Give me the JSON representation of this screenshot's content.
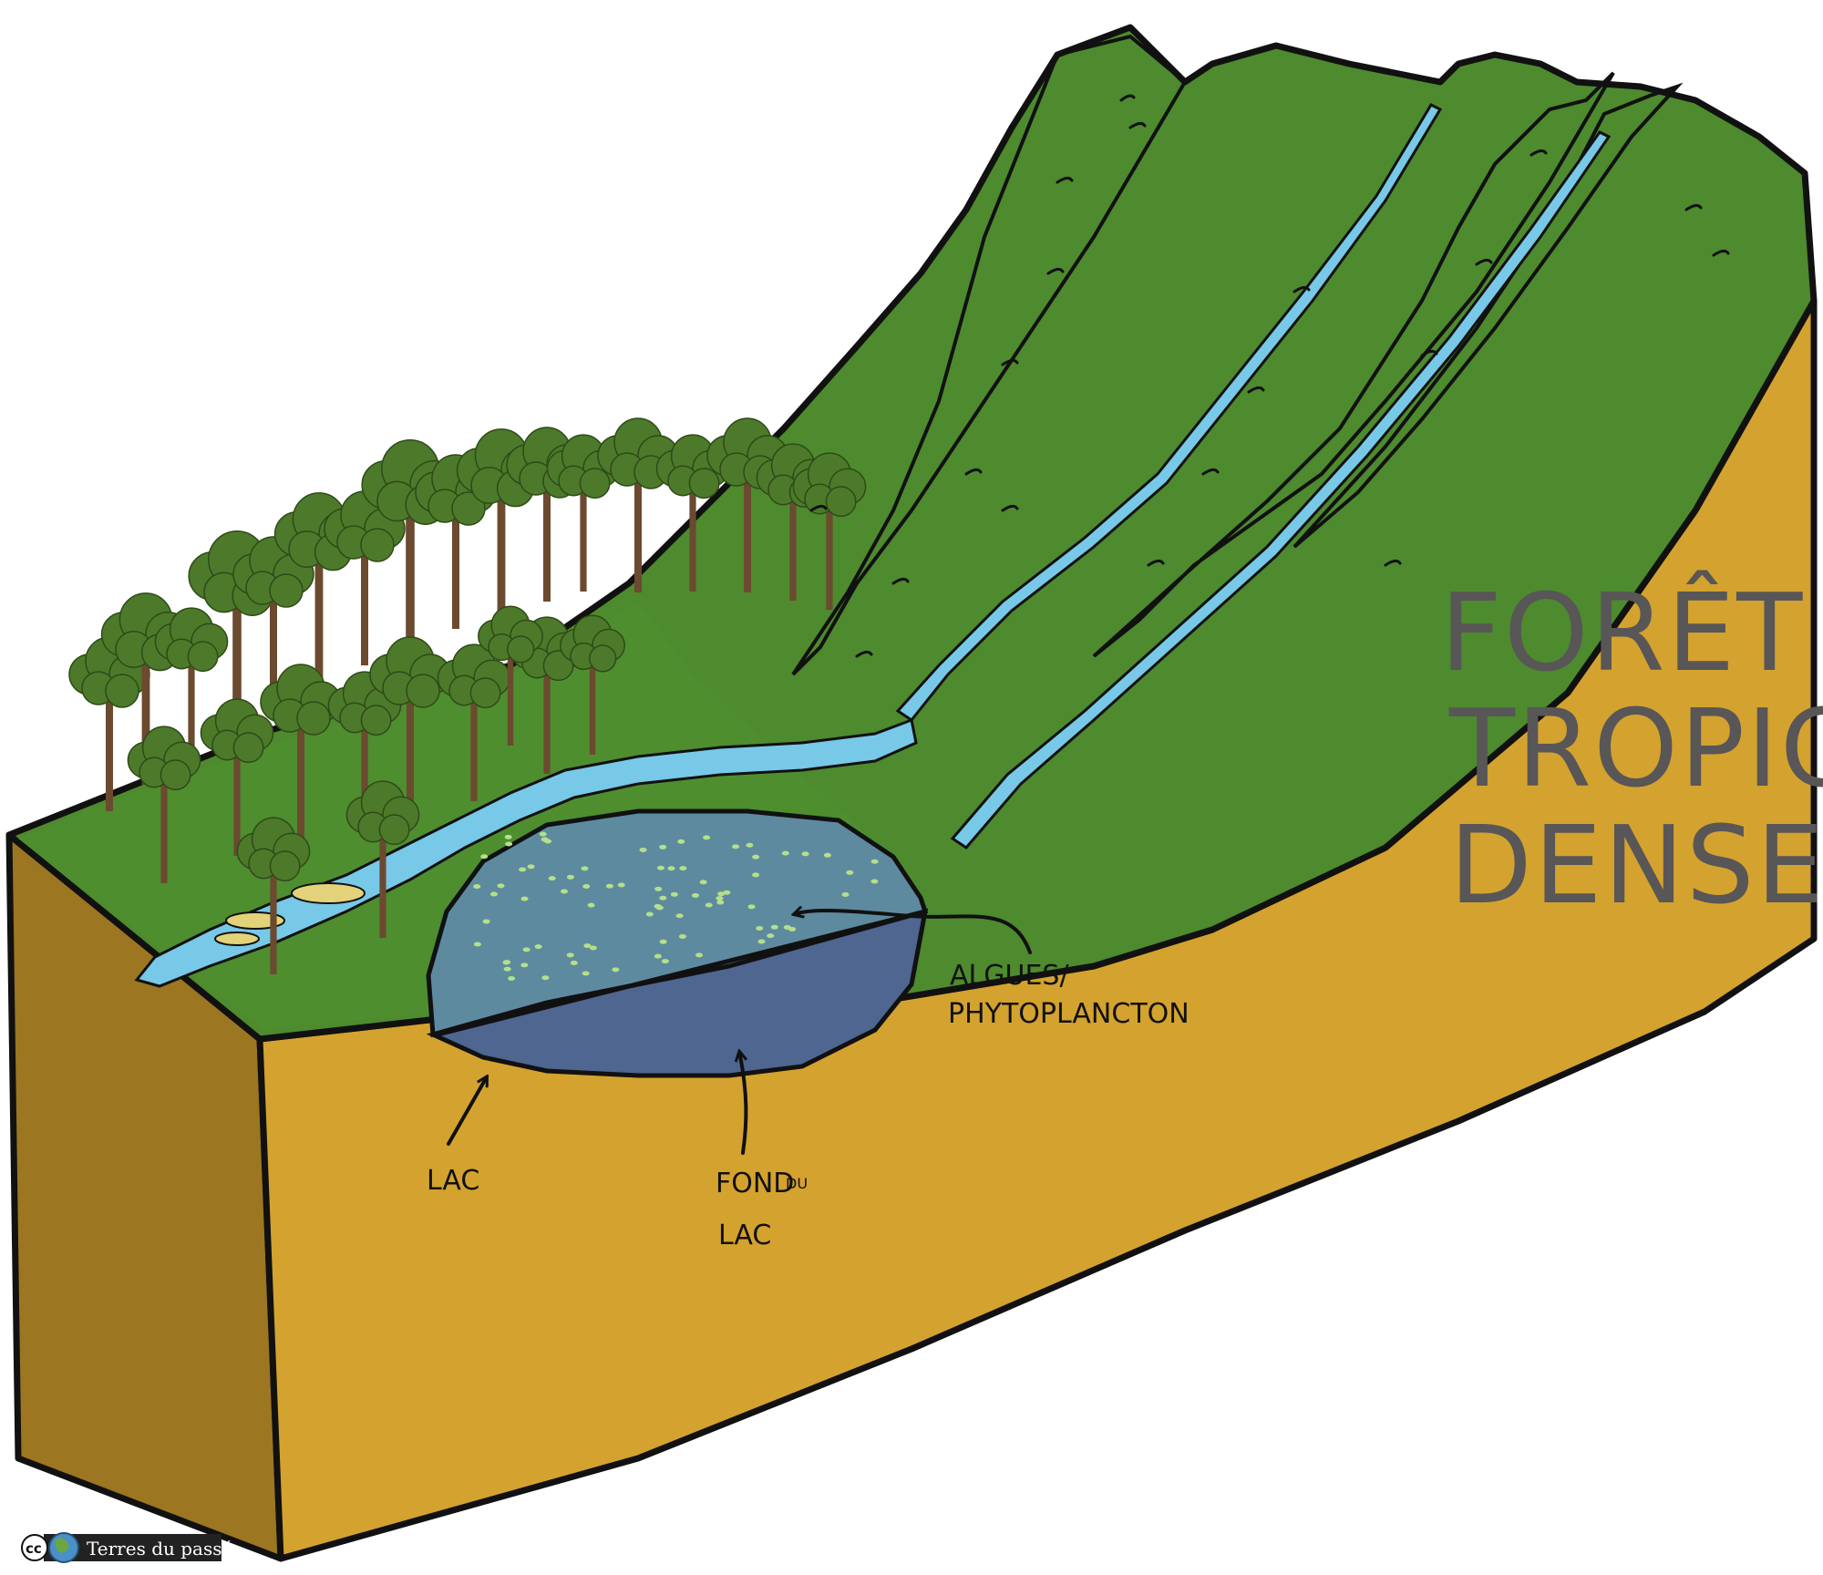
{
  "diagram": {
    "title_lines": [
      "FORÊT",
      "TROPICALE",
      "DENSE"
    ],
    "labels": {
      "algae": [
        "ALGUES/",
        "PHYTOPLANCTON"
      ],
      "lake": "LAC",
      "lake_bottom_main": "FOND",
      "lake_bottom_small": "DU",
      "lake_bottom_last": "LAC"
    },
    "credit": {
      "cc_symbol": "cc",
      "text": "Terres du passé"
    },
    "colors": {
      "soil": "#D4A22E",
      "soil_side": "#9C7620",
      "grass": "#4E8A2E",
      "sand": "#E2D37A",
      "river": "#78C8E8",
      "lake_top": "#5E8AA0",
      "lake_bottom": "#4E6690",
      "algae_dots": "#B4E08A",
      "title": "#585657"
    }
  }
}
